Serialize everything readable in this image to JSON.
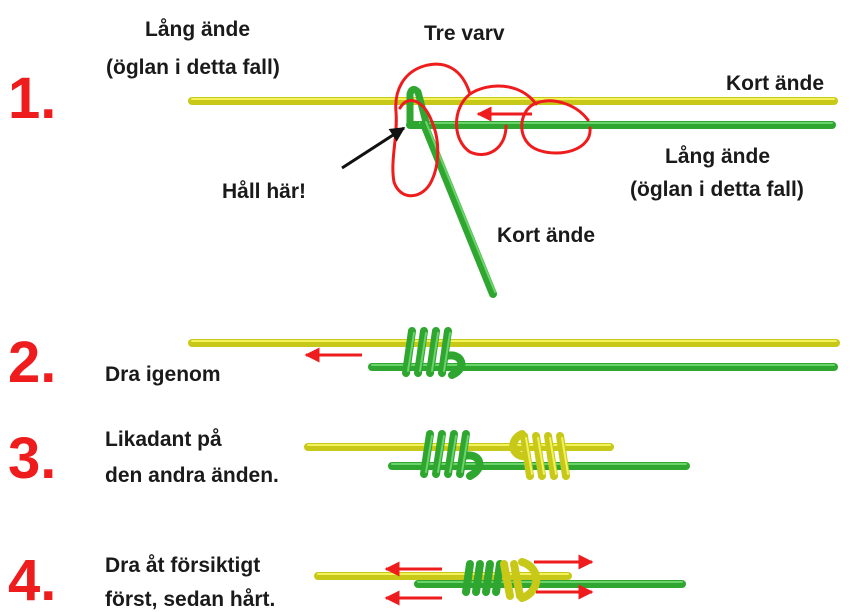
{
  "colors": {
    "yellow": "#d8d81a",
    "yellow_hi": "#f2f25c",
    "green": "#2fa62f",
    "green_hi": "#6ad46a",
    "red": "#ee1c1c",
    "text": "#1a1a1a"
  },
  "step1": {
    "number": "1.",
    "long_end_left_line1": "Lång ände",
    "long_end_left_line2": "(öglan i detta fall)",
    "three_turns": "Tre varv",
    "short_end_right": "Kort ände",
    "long_end_right_line1": "Lång ände",
    "long_end_right_line2": "(öglan i detta fall)",
    "hold_here": "Håll här!",
    "short_end_bottom": "Kort ände"
  },
  "step2": {
    "number": "2.",
    "text": "Dra igenom"
  },
  "step3": {
    "number": "3.",
    "text_line1": "Likadant på",
    "text_line2": "den andra änden."
  },
  "step4": {
    "number": "4.",
    "text_line1": "Dra åt försiktigt",
    "text_line2": "först, sedan hårt."
  }
}
